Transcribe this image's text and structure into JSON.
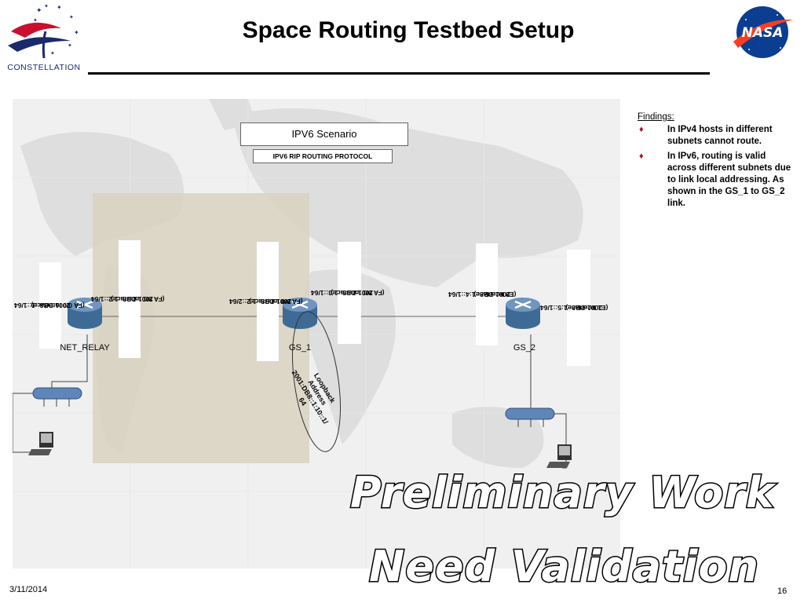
{
  "title": "Space Routing Testbed Setup",
  "logos": {
    "left": "CONSTELLATION",
    "right": "NASA"
  },
  "diagram": {
    "scenario": "IPV6 Scenario",
    "protocol": "IPV6 RIP ROUTING PROTOCOL",
    "routers": [
      {
        "name": "NET_RELAY"
      },
      {
        "name": "GS_1"
      },
      {
        "name": "GS_2"
      }
    ],
    "interfaces": [
      {
        "address": "2001:DB8::1::1/64",
        "interface": "(FA 0/0 Interface)"
      },
      {
        "address": "2001:DB8::1:2::1/64",
        "interface": "(FA 0/1 Interface)"
      },
      {
        "address": "2001:DB8::1:2::2/64",
        "interface": "(FA 0/0 Interface)"
      },
      {
        "address": "2001:DB8::1:3::1/64",
        "interface": "(FA 0/1 Interface)"
      },
      {
        "address": "2001:DB8::1:4::1/64",
        "interface": "(E0 Interface)"
      },
      {
        "address": "2001:DB8::1:5::1/64",
        "interface": "(E1 Interface)"
      }
    ],
    "loopback": "Loopback\nAddress\n2001:DB8::1:10::1/\n64"
  },
  "findings": {
    "title": "Findings:",
    "items": [
      "In IPv4 hosts in different subnets cannot route.",
      "In IPv6, routing is valid across different subnets due to link local addressing. As shown in the GS_1 to GS_2 link."
    ]
  },
  "watermark": {
    "line1": "Preliminary Work",
    "line2": "Need Validation"
  },
  "footer": {
    "date": "3/11/2014",
    "page": "16"
  },
  "colors": {
    "highlight": "#d9d2bf",
    "bullet": "#a8122a",
    "router": "#3e6a96",
    "bus": "#5f86b8"
  }
}
